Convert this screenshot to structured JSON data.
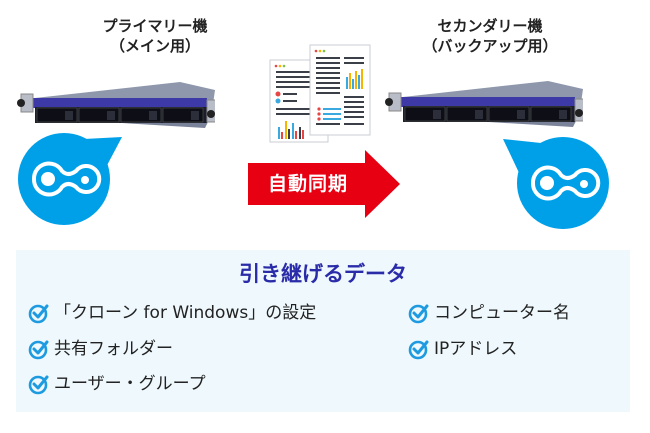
{
  "primary": {
    "title_line1": "プライマリー機",
    "title_line2": "（メイン用）",
    "badge_icon": "clone-app-icon"
  },
  "secondary": {
    "title_line1": "セカンダリー機",
    "title_line2": "（バックアップ用）",
    "badge_icon": "clone-app-icon"
  },
  "sync": {
    "label": "自動同期",
    "arrow_color": "#e60012",
    "docs_icon": "documents-icon"
  },
  "panel": {
    "title": "引き継げるデータ",
    "items": [
      {
        "label": "「クローン for Windows」の設定"
      },
      {
        "label": "共有フォルダー"
      },
      {
        "label": "ユーザー・グループ"
      },
      {
        "label": "コンピューター名"
      },
      {
        "label": "IPアドレス"
      }
    ]
  },
  "colors": {
    "brand_blue": "#00a0e9",
    "title_navy": "#2a2ba8",
    "panel_bg": "#eef8fd",
    "arrow_red": "#e60012"
  }
}
